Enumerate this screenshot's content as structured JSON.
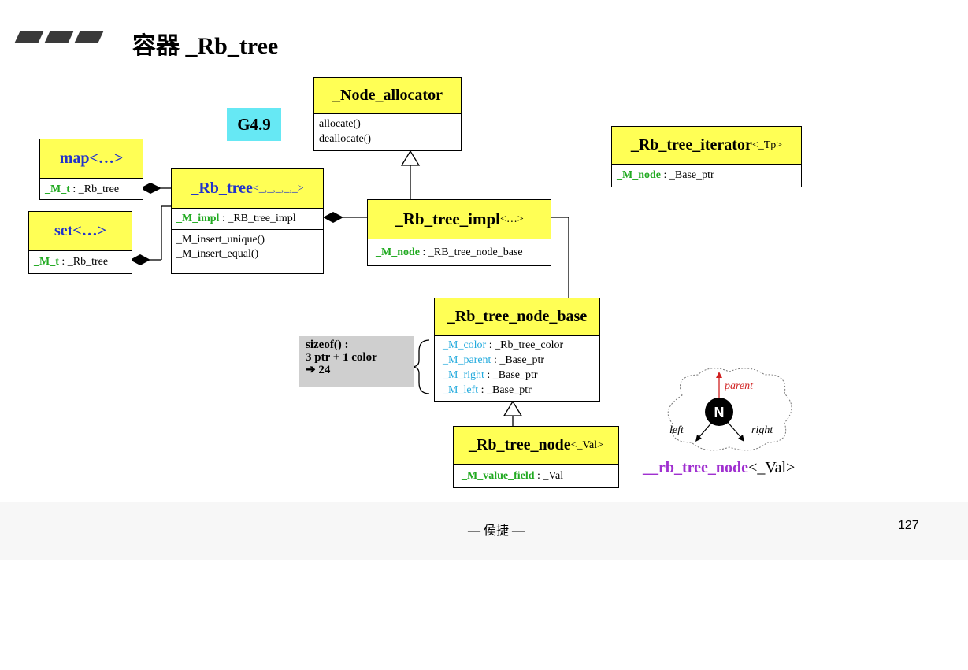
{
  "title": "容器 _Rb_tree",
  "version_badge": "G4.9",
  "classes": {
    "node_allocator": {
      "name": "_Node_allocator",
      "methods": [
        "allocate()",
        "deallocate()"
      ]
    },
    "map": {
      "name": "map<…>",
      "field": "_M_t",
      "type": " : _Rb_tree"
    },
    "set": {
      "name": "set<…>",
      "field": "_M_t",
      "type": " : _Rb_tree"
    },
    "rb_tree": {
      "name": "_Rb_tree",
      "tparams": "<_,_,_,_,_>",
      "field": "_M_impl",
      "type": " : _RB_tree_impl",
      "methods": [
        "_M_insert_unique()",
        "_M_insert_equal()"
      ]
    },
    "rb_tree_impl": {
      "name": "_Rb_tree_impl",
      "tparams": "<…>",
      "field": "_M_node",
      "type": " : _RB_tree_node_base"
    },
    "rb_tree_iterator": {
      "name": "_Rb_tree_iterator",
      "tparams": "<_Tp>",
      "field": "_M_node",
      "type": " : _Base_ptr"
    },
    "rb_tree_node_base": {
      "name": "_Rb_tree_node_base",
      "fields": [
        {
          "name": "_M_color",
          "type": " : _Rb_tree_color"
        },
        {
          "name": "_M_parent",
          "type": " : _Base_ptr"
        },
        {
          "name": "_M_right",
          "type": " : _Base_ptr"
        },
        {
          "name": "_M_left",
          "type": " : _Base_ptr"
        }
      ]
    },
    "rb_tree_node": {
      "name": "_Rb_tree_node",
      "tparams": "<_Val>",
      "field": "_M_value_field",
      "type": " : _Val"
    }
  },
  "sizeof_note": {
    "line1": "sizeof() :",
    "line2": "3 ptr + 1 color",
    "line3": "➔  24"
  },
  "cloud": {
    "node_letter": "N",
    "parent": "parent",
    "left": "left",
    "right": "right",
    "label_name": "__rb_tree_node",
    "label_tparam": "<_Val>"
  },
  "footer": {
    "author": "— 侯捷 —",
    "page": "127"
  },
  "colors": {
    "header_yellow": "#ffff55",
    "badge_cyan": "#66e8f4",
    "field_green": "#22aa22",
    "field_cyan": "#22aadd"
  }
}
